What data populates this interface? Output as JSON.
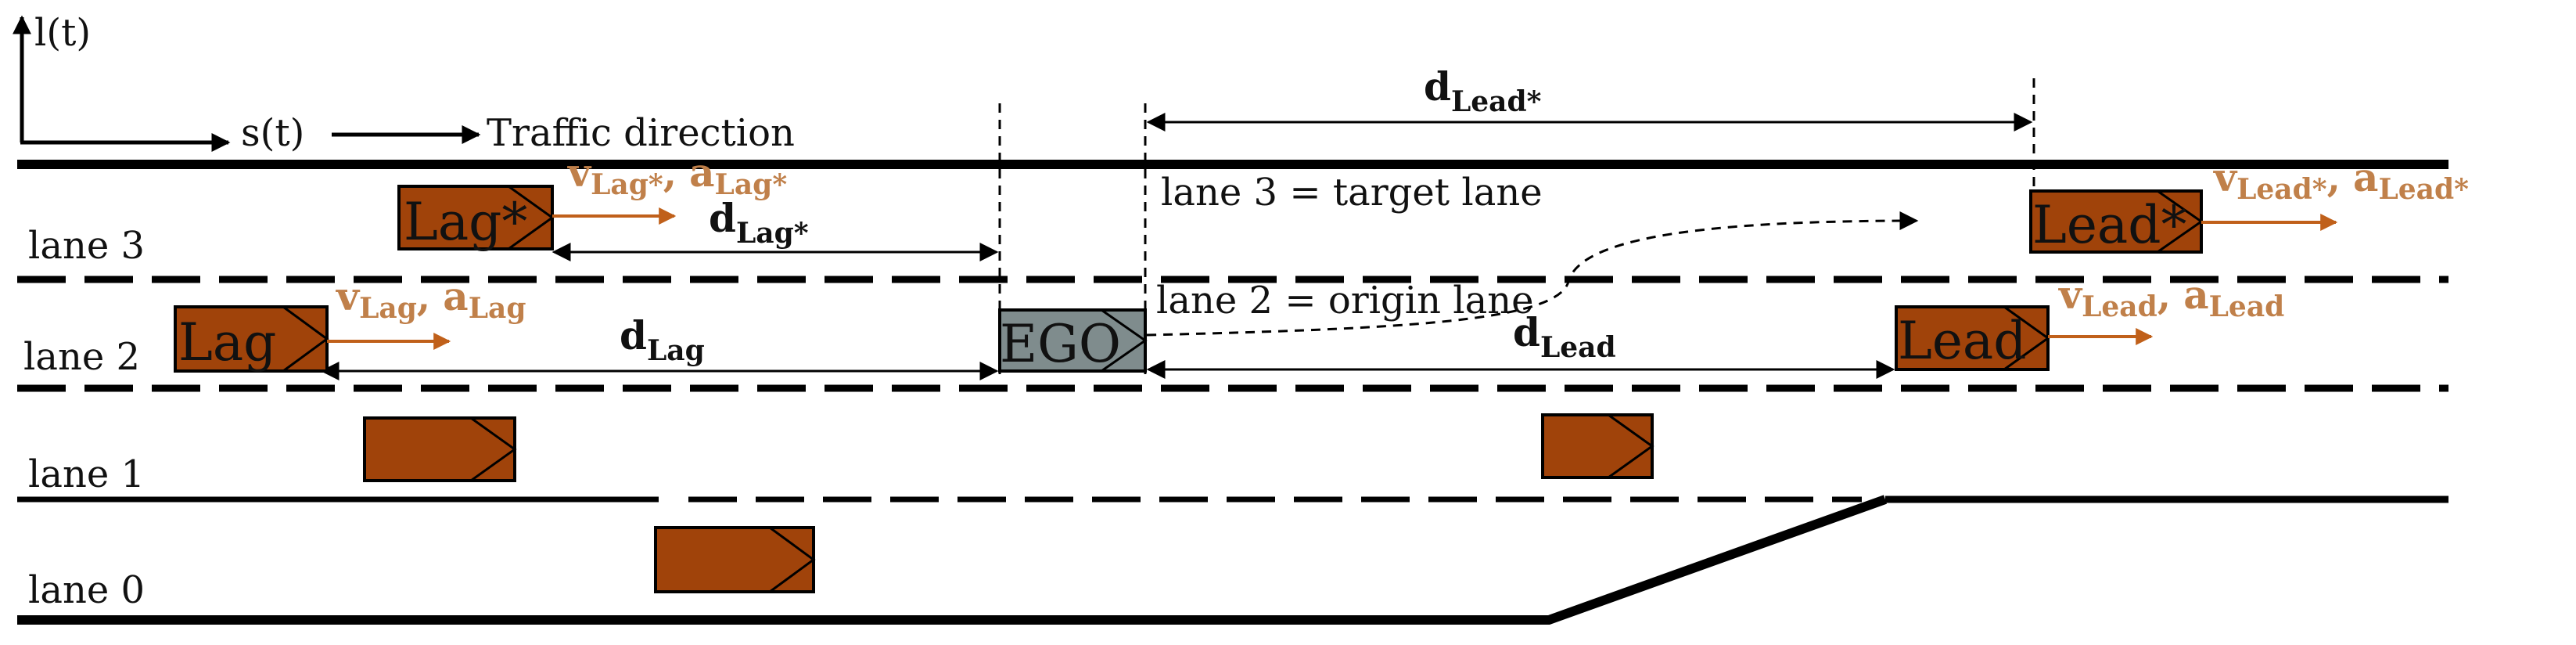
{
  "axes": {
    "vertical_label": "l(t)",
    "horizontal_label": "s(t)",
    "direction_label": "Traffic direction"
  },
  "lanes": [
    {
      "id": "lane3",
      "label": "lane 3"
    },
    {
      "id": "lane2",
      "label": "lane 2"
    },
    {
      "id": "lane1",
      "label": "lane 1"
    },
    {
      "id": "lane0",
      "label": "lane 0"
    }
  ],
  "annotations": {
    "target_lane": "lane 3 = target lane",
    "origin_lane": "lane 2 = origin lane"
  },
  "vehicles": {
    "lag_star": {
      "label": "Lag*"
    },
    "lag": {
      "label": "Lag"
    },
    "ego": {
      "label": "EGO"
    },
    "lead": {
      "label": "Lead"
    },
    "lead_star": {
      "label": "Lead*"
    }
  },
  "distances": {
    "lead_star": {
      "main": "d",
      "sub": "Lead*"
    },
    "lag_star": {
      "main": "d",
      "sub": "Lag*"
    },
    "lag": {
      "main": "d",
      "sub": "Lag"
    },
    "lead": {
      "main": "d",
      "sub": "Lead"
    }
  },
  "velocities": {
    "lag_star": {
      "v": "v",
      "v_sub": "Lag*",
      "sep": ",",
      "a": "a",
      "a_sub": "Lag*"
    },
    "lag": {
      "v": "v",
      "v_sub": "Lag",
      "sep": ",",
      "a": "a",
      "a_sub": "Lag"
    },
    "lead": {
      "v": "v",
      "v_sub": "Lead",
      "sep": ",",
      "a": "a",
      "a_sub": "Lead"
    },
    "lead_star": {
      "v": "v",
      "v_sub": "Lead*",
      "sep": ",",
      "a": "a",
      "a_sub": "Lead*"
    }
  },
  "colors": {
    "vehicle_fill": "#a0430a",
    "ego_fill": "#7f8c8d",
    "velocity": "#c0804a",
    "line": "#000000"
  }
}
